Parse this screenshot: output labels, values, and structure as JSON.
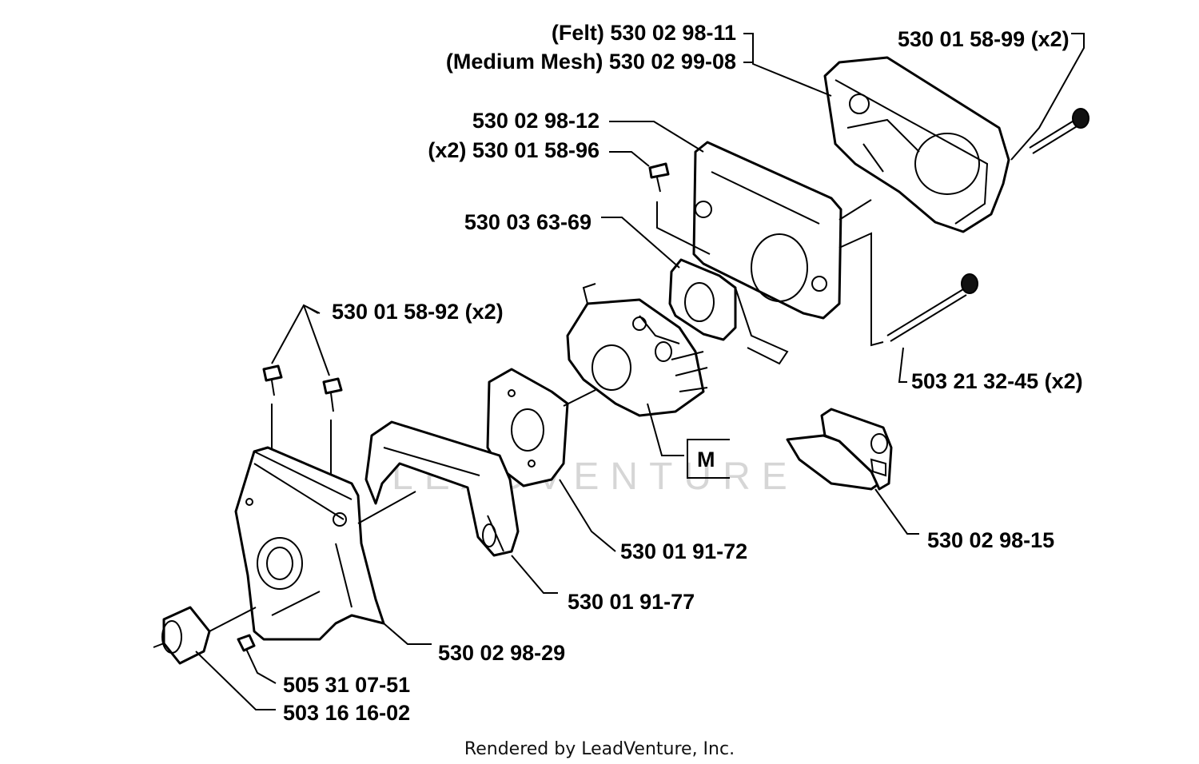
{
  "diagram": {
    "labels": {
      "felt_filter": "(Felt) 530 02 98-11",
      "mesh_filter": "(Medium Mesh) 530 02 99-08",
      "cover_screw": "530 01 58-99 (x2)",
      "holder": "530 02 98-12",
      "holder_screw": "(x2) 530 01 58-96",
      "gasket_top": "530 03 63-69",
      "screws_left": "530 01 58-92 (x2)",
      "long_bolts": "503 21 32-45 (x2)",
      "marker": "M",
      "gasket_mid": "530 01 91-72",
      "choke_part": "530 02 98-15",
      "heat_shield": "530 01 91-77",
      "housing": "530 02 98-29",
      "nut": "505 31 07-51",
      "bushing": "503 16 16-02"
    },
    "watermark": "LEADVENTURE",
    "footer": "Rendered by LeadVenture, Inc."
  }
}
